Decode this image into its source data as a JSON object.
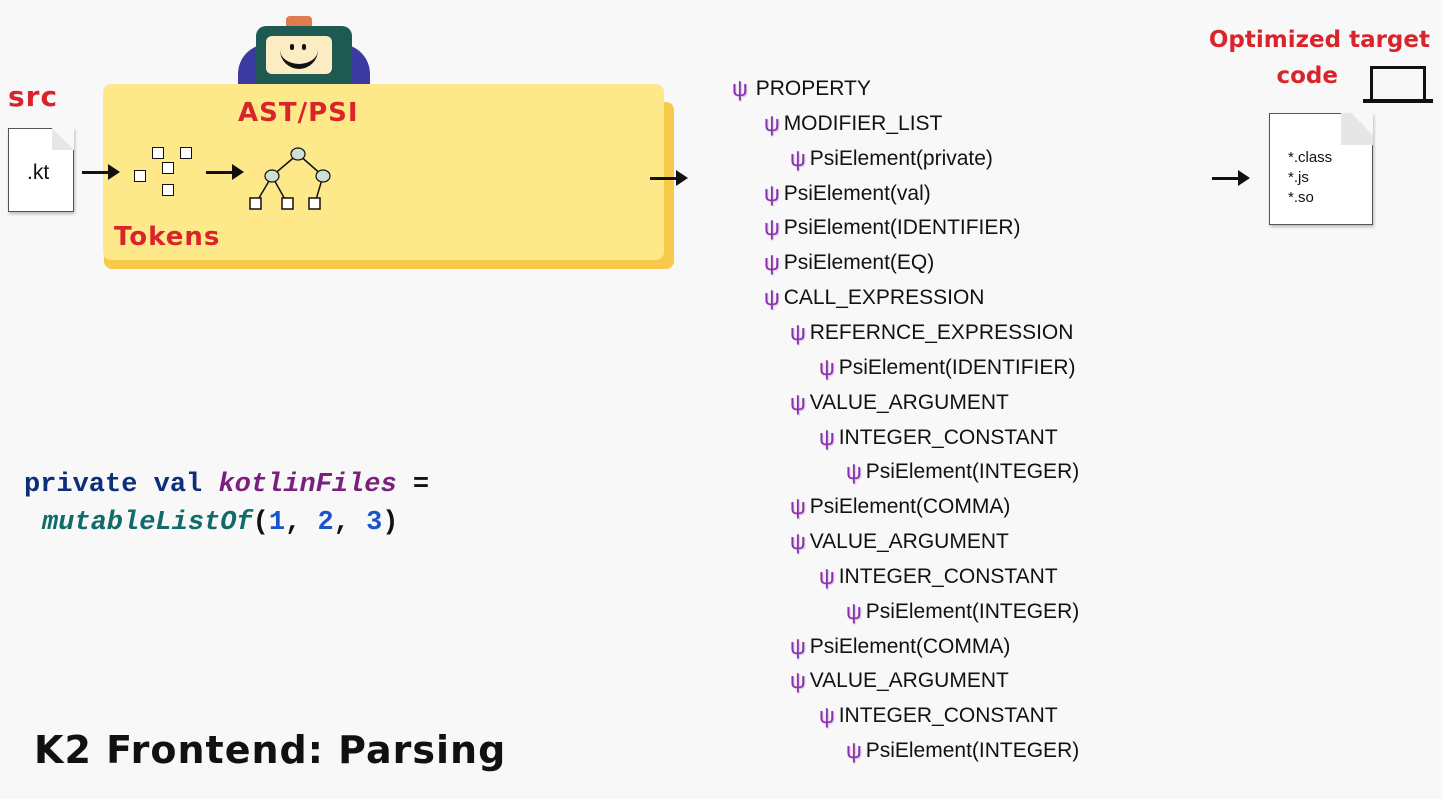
{
  "labels": {
    "src": "src",
    "src_file": ".kt",
    "ast_psi": "AST/PSI",
    "tokens": "Tokens",
    "target_title_line1": "Optimized target",
    "target_title_line2": "code",
    "output_files": [
      "*.class",
      "*.js",
      "*.so"
    ],
    "slide_title": "K2 Frontend: Parsing"
  },
  "code": {
    "kw1": "private",
    "kw2": "val",
    "name": "kotlinFiles",
    "eq": "=",
    "fn": "mutableListOf",
    "open": "(",
    "n1": "1",
    "sep1": ", ",
    "n2": "2",
    "sep2": ", ",
    "n3": "3",
    "close": ")"
  },
  "tree_icon": "ψ",
  "tree": [
    {
      "depth": 0,
      "label": "PROPERTY"
    },
    {
      "depth": 1,
      "label": "MODIFIER_LIST"
    },
    {
      "depth": 2,
      "label": "PsiElement(private)"
    },
    {
      "depth": 1,
      "label": "PsiElement(val)"
    },
    {
      "depth": 1,
      "label": "PsiElement(IDENTIFIER)"
    },
    {
      "depth": 1,
      "label": "PsiElement(EQ)"
    },
    {
      "depth": 1,
      "label": "CALL_EXPRESSION"
    },
    {
      "depth": 2,
      "label": "REFERNCE_EXPRESSION"
    },
    {
      "depth": 3,
      "label": "PsiElement(IDENTIFIER)"
    },
    {
      "depth": 2,
      "label": "VALUE_ARGUMENT"
    },
    {
      "depth": 3,
      "label": "INTEGER_CONSTANT"
    },
    {
      "depth": 4,
      "label": "PsiElement(INTEGER)"
    },
    {
      "depth": 2,
      "label": "PsiElement(COMMA)"
    },
    {
      "depth": 2,
      "label": "VALUE_ARGUMENT"
    },
    {
      "depth": 3,
      "label": "INTEGER_CONSTANT"
    },
    {
      "depth": 4,
      "label": "PsiElement(INTEGER)"
    },
    {
      "depth": 2,
      "label": "PsiElement(COMMA)"
    },
    {
      "depth": 2,
      "label": "VALUE_ARGUMENT"
    },
    {
      "depth": 3,
      "label": "INTEGER_CONSTANT"
    },
    {
      "depth": 4,
      "label": "PsiElement(INTEGER)"
    }
  ],
  "colors": {
    "box": "#fde98a",
    "box_shadow": "#f8c94a",
    "accent": "#d8252b",
    "psi": "#8a2fb0"
  }
}
